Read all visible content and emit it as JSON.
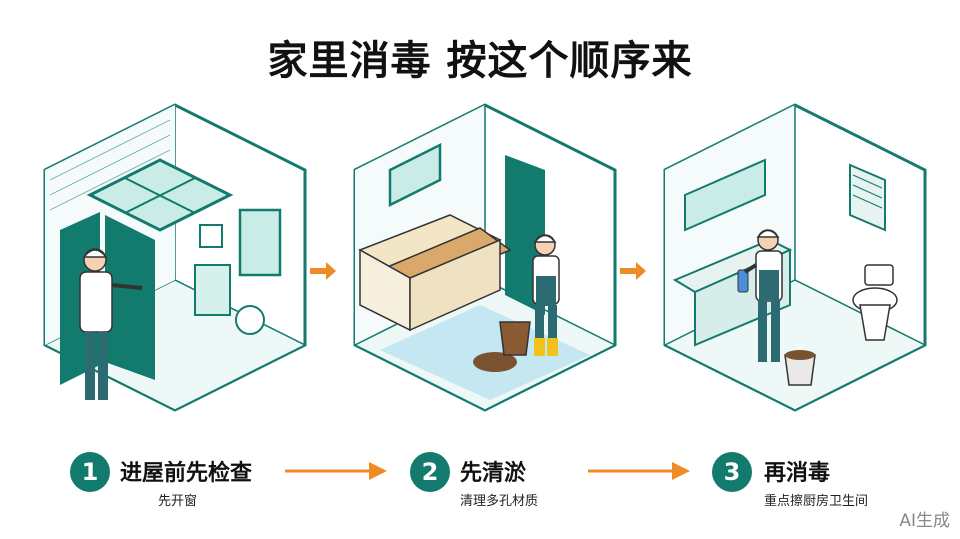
{
  "title": "家里消毒 按这个顺序来",
  "steps": [
    {
      "number": "1",
      "title": "进屋前先检查",
      "subtitle": "先开窗"
    },
    {
      "number": "2",
      "title": "先清淤",
      "subtitle": "清理多孔材质"
    },
    {
      "number": "3",
      "title": "再消毒",
      "subtitle": "重点擦厨房卫生间"
    }
  ],
  "watermark": "AI生成",
  "colors": {
    "teal": "#137a6e",
    "teal_light": "#c9ece6",
    "orange": "#f08a24",
    "water": "#bfe4f2"
  }
}
